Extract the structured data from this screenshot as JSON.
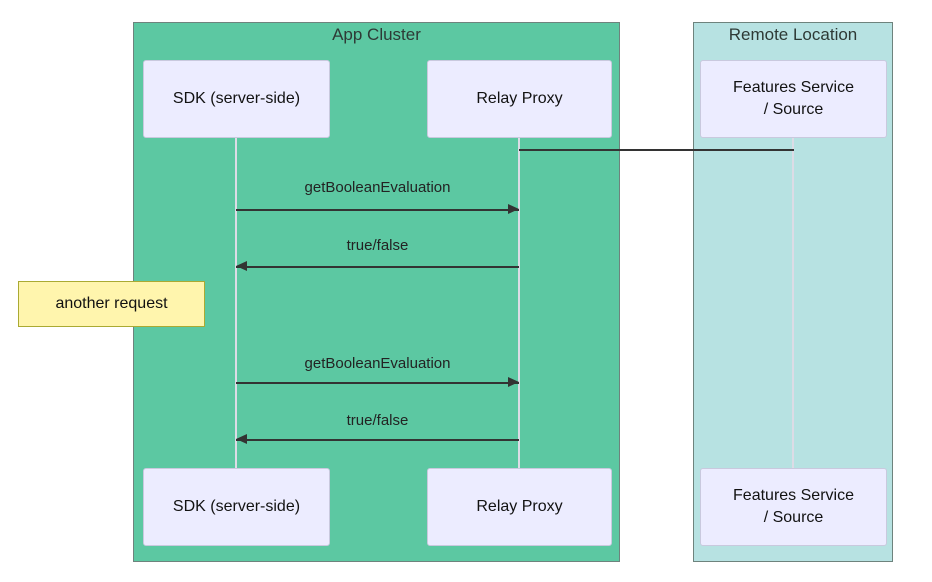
{
  "diagram": {
    "app_cluster": {
      "title": "App Cluster",
      "actors": {
        "sdk_top": "SDK (server-side)",
        "relay_top": "Relay Proxy",
        "sdk_bottom": "SDK (server-side)",
        "relay_bottom": "Relay Proxy"
      }
    },
    "remote_location": {
      "title": "Remote Location",
      "actors": {
        "features_top_line1": "Features Service",
        "features_top_line2": "/ Source",
        "features_bottom_line1": "Features Service",
        "features_bottom_line2": "/ Source"
      }
    },
    "messages": [
      {
        "label": "getBooleanEvaluation",
        "from": "SDK (server-side)",
        "to": "Relay Proxy",
        "direction": "right"
      },
      {
        "label": "true/false",
        "from": "Relay Proxy",
        "to": "SDK (server-side)",
        "direction": "left"
      },
      {
        "label": "getBooleanEvaluation",
        "from": "SDK (server-side)",
        "to": "Relay Proxy",
        "direction": "right"
      },
      {
        "label": "true/false",
        "from": "Relay Proxy",
        "to": "SDK (server-side)",
        "direction": "left"
      }
    ],
    "note": {
      "label": "another request"
    },
    "colors": {
      "app_cluster_bg": "#5cc8a2",
      "remote_location_bg": "#b7e2e2",
      "actor_bg": "#ececff",
      "actor_border": "#c9c9de",
      "note_bg": "#fff5ad",
      "note_border": "#aaaa33",
      "arrow": "#333333",
      "lifeline": "#dcdce6"
    }
  }
}
